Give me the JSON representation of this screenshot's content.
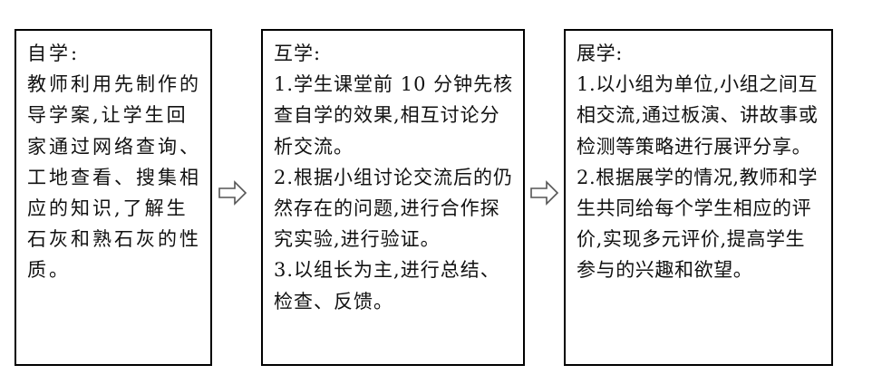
{
  "boxes": [
    {
      "title": "自学:",
      "text": "教师利用先制作的导学案,让学生回家通过网络查询、工地查看、搜集相应的知识,了解生石灰和熟石灰的性质。"
    },
    {
      "title": "互学:",
      "items": [
        "1.学生课堂前 10 分钟先核查自学的效果,相互讨论分析交流。",
        "2.根据小组讨论交流后的仍然存在的问题,进行合作探究实验,进行验证。",
        "3.以组长为主,进行总结、检查、反馈。"
      ]
    },
    {
      "title": "展学:",
      "items": [
        "1.以小组为单位,小组之间互相交流,通过板演、讲故事或检测等策略进行展评分享。",
        "2.根据展学的情况,教师和学生共同给每个学生相应的评价,实现多元评价,提高学生参与的兴趣和欲望。"
      ]
    }
  ],
  "arrows": {
    "icon": "hollow-right-arrow-icon",
    "color": "#555555"
  }
}
